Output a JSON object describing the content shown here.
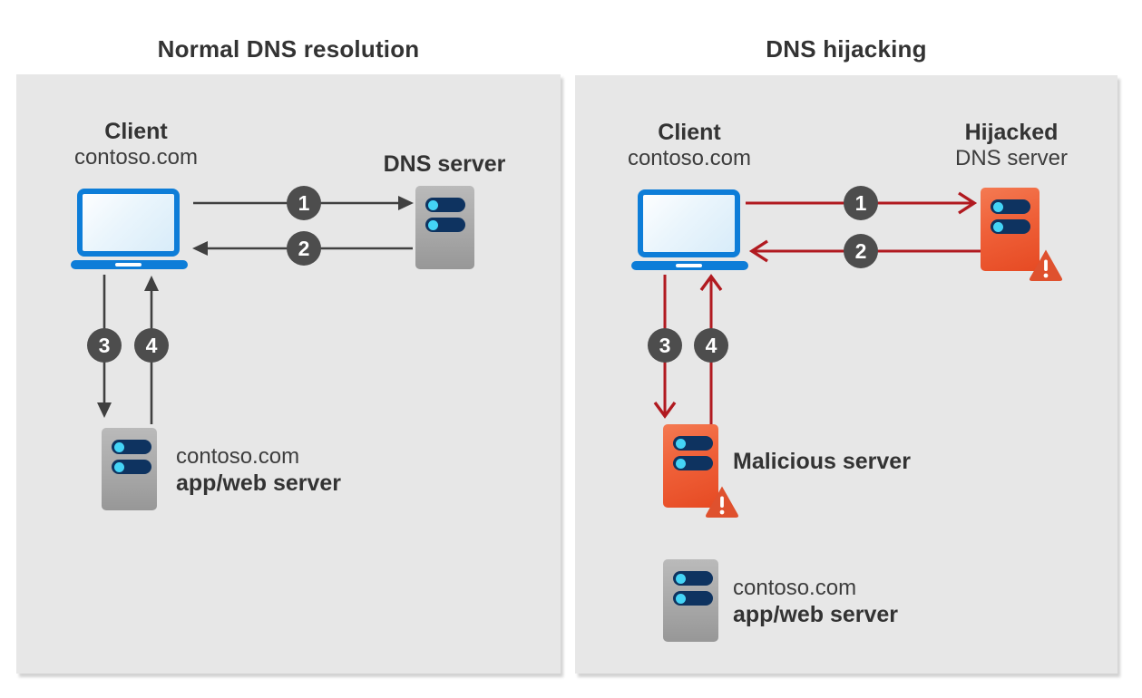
{
  "colors": {
    "panel_bg": "#e7e7e7",
    "title_text": "#333333",
    "arrow_dark": "#404040",
    "arrow_red": "#b11a20",
    "step_badge_bg": "#4d4d4d",
    "step_badge_text": "#ffffff",
    "laptop_blue": "#0d7dd8",
    "server_gray": "#a8a8a8",
    "server_slot_navy": "#0e3360",
    "server_dot_cyan": "#44d4f6",
    "server_orange": "#ec5a31",
    "warning_orange": "#df512e"
  },
  "left_diagram": {
    "title": "Normal DNS resolution",
    "client": {
      "title": "Client",
      "subtitle": "contoso.com"
    },
    "dns_server": {
      "title": "DNS server"
    },
    "app_server": {
      "line1": "contoso.com",
      "line2": "app/web server"
    },
    "steps": [
      "1",
      "2",
      "3",
      "4"
    ]
  },
  "right_diagram": {
    "title": "DNS hijacking",
    "client": {
      "title": "Client",
      "subtitle": "contoso.com"
    },
    "dns_server": {
      "title": "Hijacked",
      "subtitle": "DNS server"
    },
    "malicious_server": {
      "title": "Malicious server"
    },
    "app_server": {
      "line1": "contoso.com",
      "line2": "app/web server"
    },
    "steps": [
      "1",
      "2",
      "3",
      "4"
    ]
  }
}
